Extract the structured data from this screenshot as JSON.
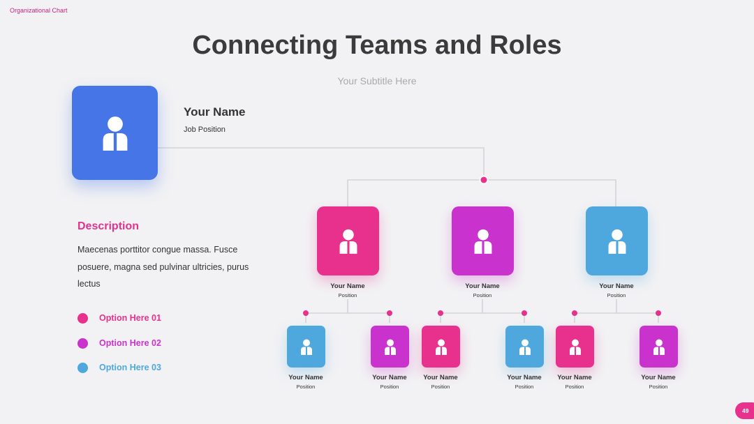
{
  "header": {
    "corner_label": "Organizational Chart",
    "title": "Connecting Teams and Roles",
    "subtitle": "Your Subtitle Here"
  },
  "lead": {
    "name": "Your Name",
    "position": "Job Position"
  },
  "description": {
    "title": "Description",
    "body": "Maecenas porttitor congue massa. Fusce posuere, magna sed pulvinar ultricies, purus lectus"
  },
  "options": [
    {
      "label": "Option Here 01",
      "color": "#e8308d"
    },
    {
      "label": "Option Here 02",
      "color": "#c932cc"
    },
    {
      "label": "Option Here 03",
      "color": "#4ea8de"
    }
  ],
  "managers": [
    {
      "name": "Your Name",
      "position": "Position",
      "color": "#e8308d"
    },
    {
      "name": "Your Name",
      "position": "Position",
      "color": "#c932cc"
    },
    {
      "name": "Your Name",
      "position": "Position",
      "color": "#4ea8de"
    }
  ],
  "staff": [
    {
      "name": "Your Name",
      "position": "Position",
      "color": "#4ea8de"
    },
    {
      "name": "Your Name",
      "position": "Position",
      "color": "#c932cc"
    },
    {
      "name": "Your Name",
      "position": "Position",
      "color": "#e8308d"
    },
    {
      "name": "Your Name",
      "position": "Position",
      "color": "#4ea8de"
    },
    {
      "name": "Your Name",
      "position": "Position",
      "color": "#e8308d"
    },
    {
      "name": "Your Name",
      "position": "Position",
      "color": "#c932cc"
    }
  ],
  "page_number": "49",
  "colors": {
    "accent_pink": "#e8308d",
    "accent_purple": "#c932cc",
    "accent_blue": "#4ea8de",
    "lead_blue": "#4675e8",
    "connector": "#d4d4d8"
  }
}
